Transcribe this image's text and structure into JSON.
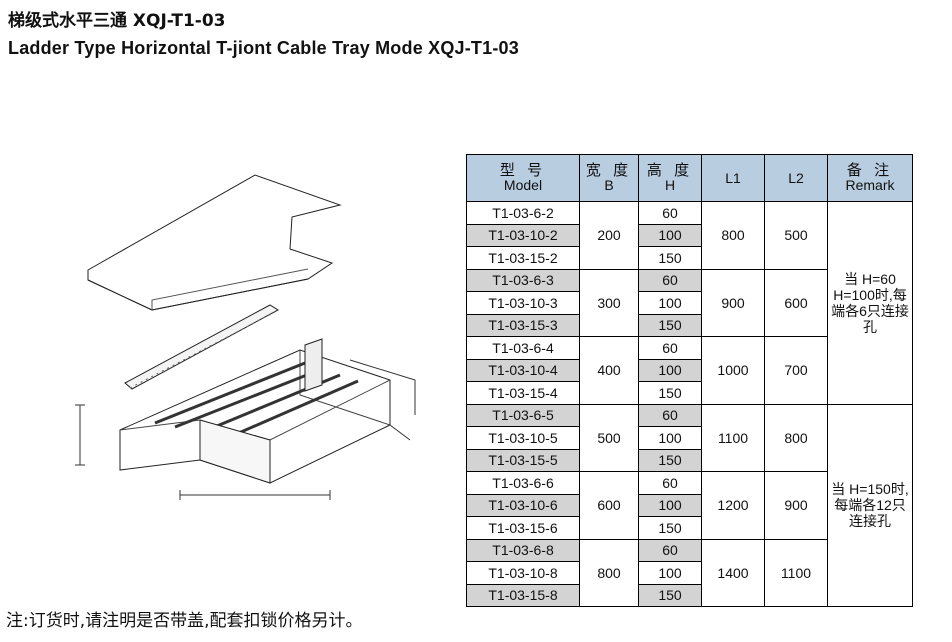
{
  "title_cn": "梯级式水平三通 XQJ-T1-03",
  "title_en": "Ladder Type Horizontal T-jiont Cable Tray Mode XQJ-T1-03",
  "table": {
    "headers": {
      "model_cn": "型 号",
      "model_en": "Model",
      "b_cn": "宽 度",
      "b_en": "B",
      "h_cn": "高 度",
      "h_en": "H",
      "l1": "L1",
      "l2": "L2",
      "remark_cn": "备 注",
      "remark_en": "Remark"
    },
    "groups": [
      {
        "b": "200",
        "l1": "800",
        "l2": "500",
        "rows": [
          {
            "model": "T1-03-6-2",
            "h": "60"
          },
          {
            "model": "T1-03-10-2",
            "h": "100"
          },
          {
            "model": "T1-03-15-2",
            "h": "150"
          }
        ]
      },
      {
        "b": "300",
        "l1": "900",
        "l2": "600",
        "rows": [
          {
            "model": "T1-03-6-3",
            "h": "60"
          },
          {
            "model": "T1-03-10-3",
            "h": "100"
          },
          {
            "model": "T1-03-15-3",
            "h": "150"
          }
        ]
      },
      {
        "b": "400",
        "l1": "1000",
        "l2": "700",
        "rows": [
          {
            "model": "T1-03-6-4",
            "h": "60"
          },
          {
            "model": "T1-03-10-4",
            "h": "100"
          },
          {
            "model": "T1-03-15-4",
            "h": "150"
          }
        ]
      },
      {
        "b": "500",
        "l1": "1100",
        "l2": "800",
        "rows": [
          {
            "model": "T1-03-6-5",
            "h": "60"
          },
          {
            "model": "T1-03-10-5",
            "h": "100"
          },
          {
            "model": "T1-03-15-5",
            "h": "150"
          }
        ]
      },
      {
        "b": "600",
        "l1": "1200",
        "l2": "900",
        "rows": [
          {
            "model": "T1-03-6-6",
            "h": "60"
          },
          {
            "model": "T1-03-10-6",
            "h": "100"
          },
          {
            "model": "T1-03-15-6",
            "h": "150"
          }
        ]
      },
      {
        "b": "800",
        "l1": "1400",
        "l2": "1100",
        "rows": [
          {
            "model": "T1-03-6-8",
            "h": "60"
          },
          {
            "model": "T1-03-10-8",
            "h": "100"
          },
          {
            "model": "T1-03-15-8",
            "h": "150"
          }
        ]
      }
    ],
    "remark_1": "当 H=60 H=100时,每端各6只连接孔",
    "remark_2": "当 H=150时,每端各12只连接孔"
  },
  "note": "注:订货时,请注明是否带盖,配套扣锁价格另计。"
}
